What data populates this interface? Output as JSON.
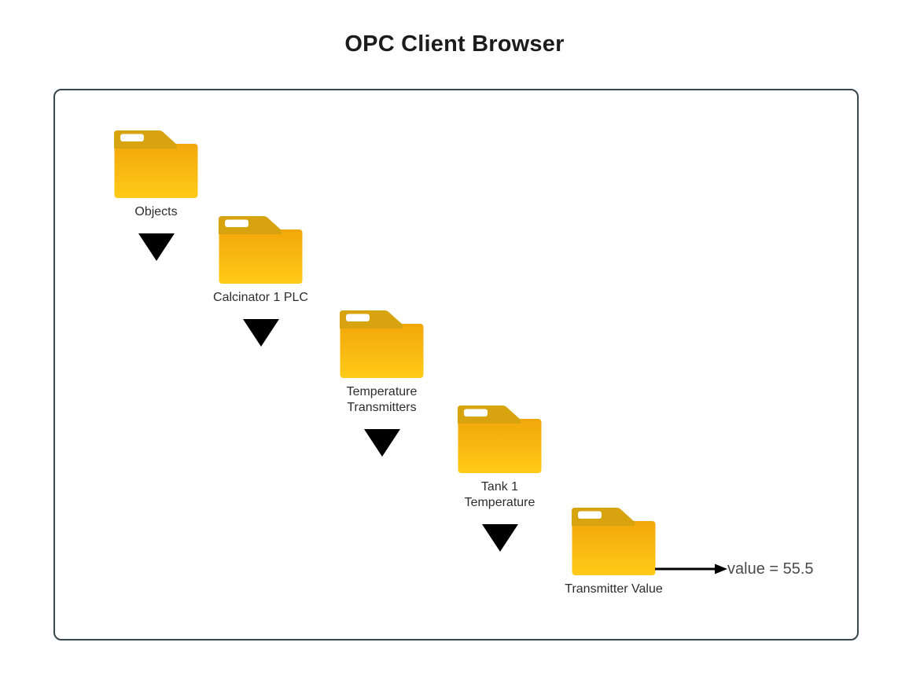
{
  "title": "OPC Client Browser",
  "tree": {
    "nodes": [
      {
        "label": "Objects"
      },
      {
        "label": "Calcinator 1 PLC"
      },
      {
        "label": "Temperature\nTransmitters"
      },
      {
        "label": "Tank 1\nTemperature"
      },
      {
        "label": "Transmitter Value"
      }
    ],
    "value_text": "value = 55.5"
  },
  "icons": {
    "folder": "folder-icon",
    "expand": "triangle-down-icon",
    "value_pointer": "arrow-right-icon"
  },
  "colors": {
    "folder_body_top": "#F2A70B",
    "folder_body_bottom": "#FFCB18",
    "folder_tab": "#D7A40F",
    "folder_slot": "#FFFFFF",
    "expand_triangle": "#000000",
    "panel_border": "#37474F",
    "arrow": "#000000",
    "title_text": "#1C1C1C",
    "label_text": "#2D2D2D",
    "value_text": "#4A4A4A"
  }
}
